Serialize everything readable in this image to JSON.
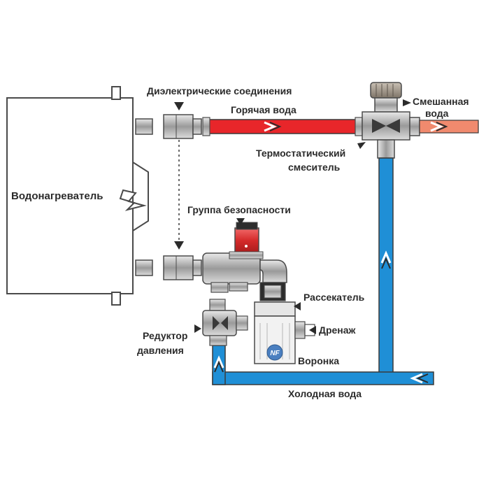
{
  "labels": {
    "water_heater": "Водонагреватель",
    "dielectric_connections": "Диэлектрические соединения",
    "hot_water": "Горячая вода",
    "mixed_water_line1": "Смешанная",
    "mixed_water_line2": "вода",
    "thermostatic_mixer_line1": "Термостатический",
    "thermostatic_mixer_line2": "смеситель",
    "safety_group": "Группа безопасности",
    "breaker": "Рассекатель",
    "pressure_reducer_line1": "Редуктор",
    "pressure_reducer_line2": "давления",
    "drain": "Дренаж",
    "funnel": "Воронка",
    "cold_water": "Холодная вода",
    "nf_mark": "NF"
  },
  "colors": {
    "hot_pipe": "#e8262a",
    "mixed_pipe": "#f08a6e",
    "cold_pipe": "#1f8fd6",
    "fitting_gray": "#8c8c8c",
    "valve_red": "#d42a2a",
    "outline": "#4a4a4a",
    "text": "#2b2b2b"
  },
  "icons": {
    "flow_arrow": "chevron-right-icon",
    "pointer": "triangle-down-icon",
    "lightning": "lightning-bolt-icon"
  }
}
